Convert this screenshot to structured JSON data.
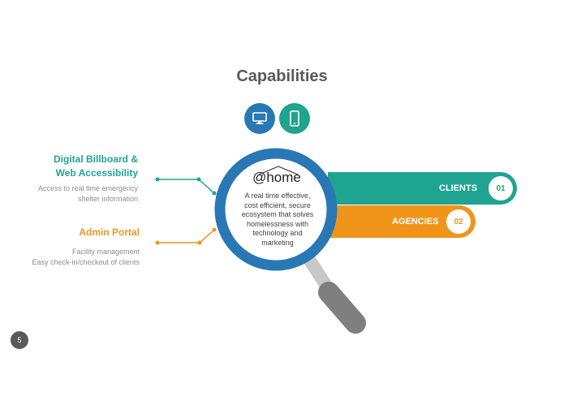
{
  "title": "Capabilities",
  "icons": [
    {
      "name": "monitor-icon",
      "color": "#2978b5"
    },
    {
      "name": "smartphone-icon",
      "color": "#1fa491"
    }
  ],
  "features": [
    {
      "title_line1": "Digital Billboard &",
      "title_line2": "Web Accessibility",
      "desc_line1": "Access to real time emergency",
      "desc_line2": "shelter information",
      "color": "#1fa491"
    },
    {
      "title_line1": "Admin Portal",
      "desc_line1": "Facility management",
      "desc_line2": "Easy check-in/checkout of clients",
      "color": "#f0951a"
    }
  ],
  "center": {
    "logo": "@home",
    "description_lines": [
      "A real time effective,",
      "cost efficient, secure",
      "ecosystem that solves",
      "homelessness with",
      "technology and",
      "marketing"
    ]
  },
  "bars": [
    {
      "label": "CLIENTS",
      "number": "01",
      "color": "#1fa491"
    },
    {
      "label": "AGENCIES",
      "number": "02",
      "color": "#f0951a"
    }
  ],
  "page_number": "5"
}
